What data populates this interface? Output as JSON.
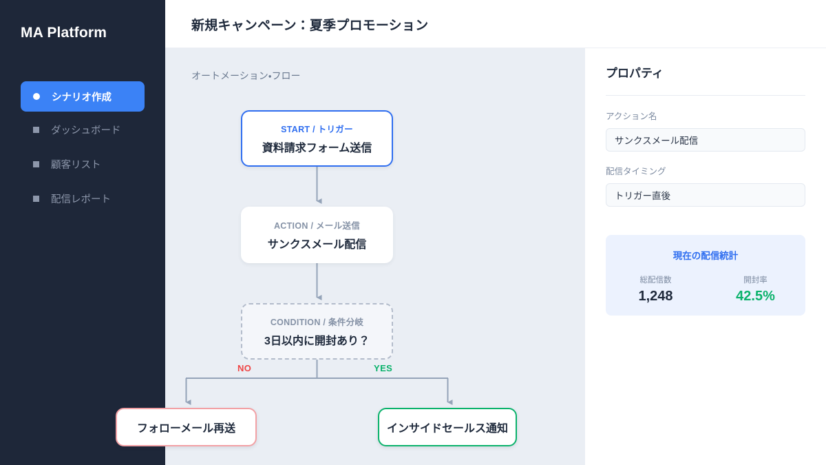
{
  "sidebar": {
    "brand": "MA Platform",
    "items": [
      {
        "label": "シナリオ作成",
        "icon": "dot-icon",
        "active": true
      },
      {
        "label": "ダッシュボード",
        "icon": "square-icon",
        "active": false
      },
      {
        "label": "顧客リスト",
        "icon": "square-icon",
        "active": false
      },
      {
        "label": "配信レポート",
        "icon": "square-icon",
        "active": false
      }
    ]
  },
  "header": {
    "title": "新規キャンペーン：夏季プロモーション"
  },
  "canvas": {
    "label": "オートメーション・フロー",
    "nodes": [
      {
        "kicker": "START / トリガー",
        "title": "資料請求フォーム送信",
        "type": "start",
        "accent": "#2f6ef0"
      },
      {
        "kicker": "ACTION / メール送信",
        "title": "サンクスメール配信",
        "type": "action",
        "accent": "#8592a6"
      },
      {
        "kicker": "CONDITION / 条件分岐",
        "title": "3日以内に開封あり？",
        "type": "condition",
        "accent": "#8592a6"
      }
    ],
    "branches": {
      "no_label": "NO",
      "yes_label": "YES",
      "no_node": "フォローメール再送",
      "yes_node": "インサイドセールス通知",
      "no_color": "#ef4444",
      "yes_color": "#0ab26b"
    },
    "connector_color": "#94a3b8"
  },
  "panel": {
    "title": "プロパティ",
    "fields": [
      {
        "label": "アクション名",
        "value": "サンクスメール配信"
      },
      {
        "label": "配信タイミング",
        "value": "トリガー直後"
      }
    ],
    "stats": {
      "title": "現在の配信統計",
      "items": [
        {
          "key": "総配信数",
          "value": "1,248"
        },
        {
          "key": "開封率",
          "value": "42.5%"
        }
      ]
    }
  }
}
